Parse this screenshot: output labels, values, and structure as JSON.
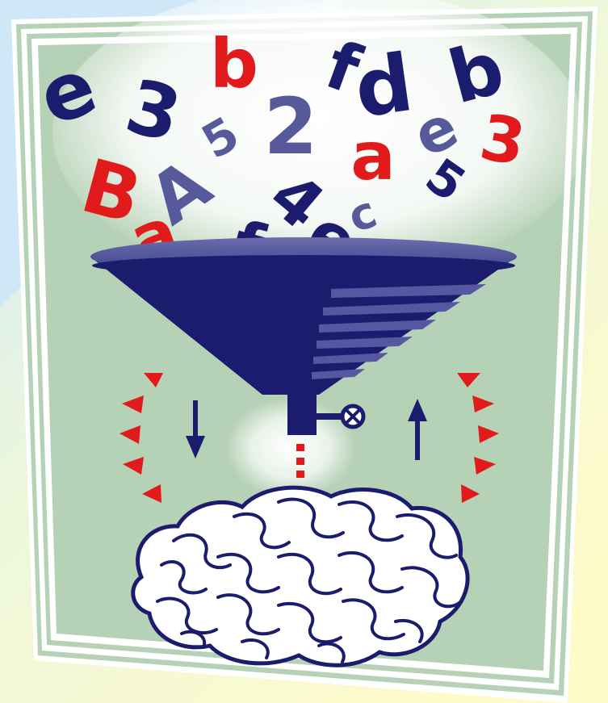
{
  "illustration": {
    "letters": [
      {
        "text": "e",
        "color": "#1b1c6e",
        "size": 96
      },
      {
        "text": "3",
        "color": "#1b1c6e",
        "size": 92
      },
      {
        "text": "b",
        "color": "#e11b1b",
        "size": 84
      },
      {
        "text": "f",
        "color": "#1b1c6e",
        "size": 82
      },
      {
        "text": "d",
        "color": "#1b1c6e",
        "size": 98
      },
      {
        "text": "b",
        "color": "#1b1c6e",
        "size": 90
      },
      {
        "text": "5",
        "color": "#575a9a",
        "size": 58
      },
      {
        "text": "2",
        "color": "#575a9a",
        "size": 96
      },
      {
        "text": "e",
        "color": "#575a9a",
        "size": 72
      },
      {
        "text": "3",
        "color": "#e11b1b",
        "size": 78
      },
      {
        "text": "B",
        "color": "#e11b1b",
        "size": 92
      },
      {
        "text": "A",
        "color": "#575a9a",
        "size": 86
      },
      {
        "text": "4",
        "color": "#1b1c6e",
        "size": 80
      },
      {
        "text": "a",
        "color": "#e11b1b",
        "size": 82
      },
      {
        "text": "5",
        "color": "#1b1c6e",
        "size": 60
      },
      {
        "text": "c",
        "color": "#575a9a",
        "size": 54
      },
      {
        "text": "a",
        "color": "#e11b1b",
        "size": 80
      },
      {
        "text": "f",
        "color": "#1b1c6e",
        "size": 80
      },
      {
        "text": "e",
        "color": "#1b1c6e",
        "size": 82
      }
    ],
    "colors": {
      "navy": "#1b1c6e",
      "red": "#e11b1b",
      "slate": "#575a9a",
      "panel_green": "#b6d2b6",
      "frame_white": "#ffffff",
      "backdrop_blue": "#d6ecf8",
      "backdrop_yellow": "#fffccc"
    },
    "icons": {
      "funnel": "funnel-icon",
      "valve": "valve-icon",
      "arrow_down": "arrow-down-icon",
      "arrow_up": "arrow-up-icon",
      "brain": "brain-icon"
    }
  }
}
